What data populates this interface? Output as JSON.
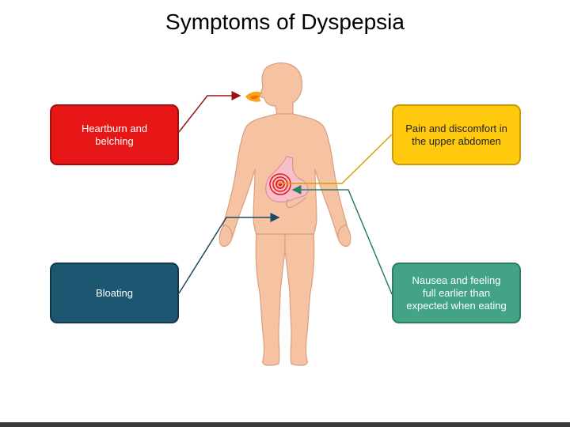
{
  "title": "Symptoms of Dyspepsia",
  "symptoms": {
    "heartburn": "Heartburn and\nbelching",
    "pain": "Pain and discomfort in\nthe upper abdomen",
    "bloating": "Bloating",
    "nausea": "Nausea and feeling\nfull earlier than\nexpected when eating"
  },
  "colors": {
    "heartburn": "#e81717",
    "pain": "#ffc90e",
    "bloating": "#1d5670",
    "nausea": "#42a387",
    "body": "#f5c2a2",
    "stomach": "#f7c0c8"
  }
}
